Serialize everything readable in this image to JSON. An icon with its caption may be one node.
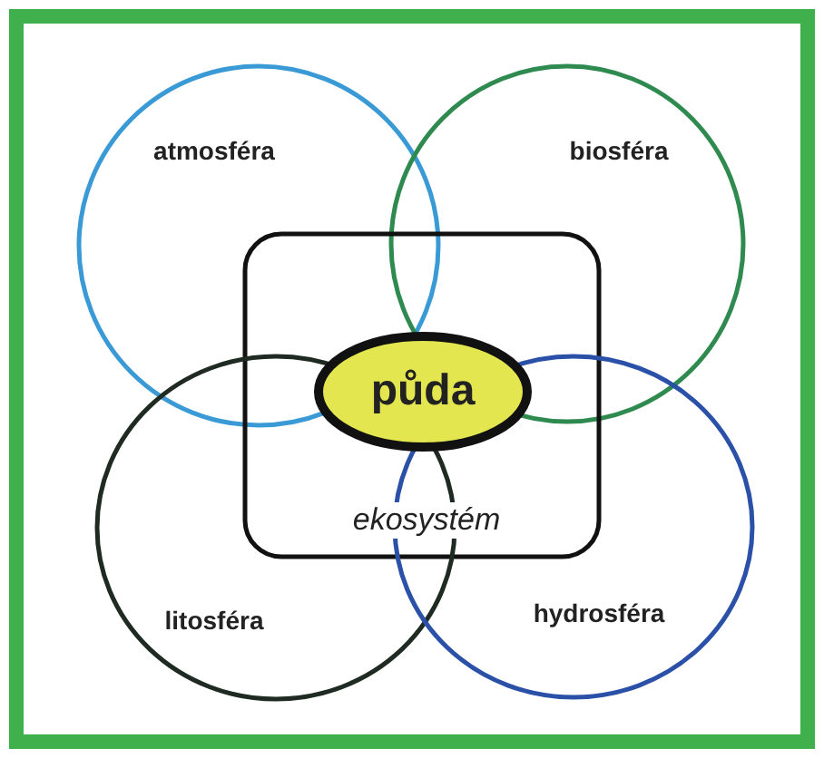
{
  "diagram": {
    "nodes": [
      {
        "text": [
          "atmosféra"
        ]
      },
      {
        "text": [
          "biosféra"
        ]
      },
      {
        "text": [
          "ekosystém"
        ]
      },
      {
        "text": [
          "půda"
        ],
        "in": 2
      },
      {
        "text": [
          "litosféra"
        ]
      },
      {
        "text": [
          "hydrosféra"
        ]
      }
    ]
  }
}
